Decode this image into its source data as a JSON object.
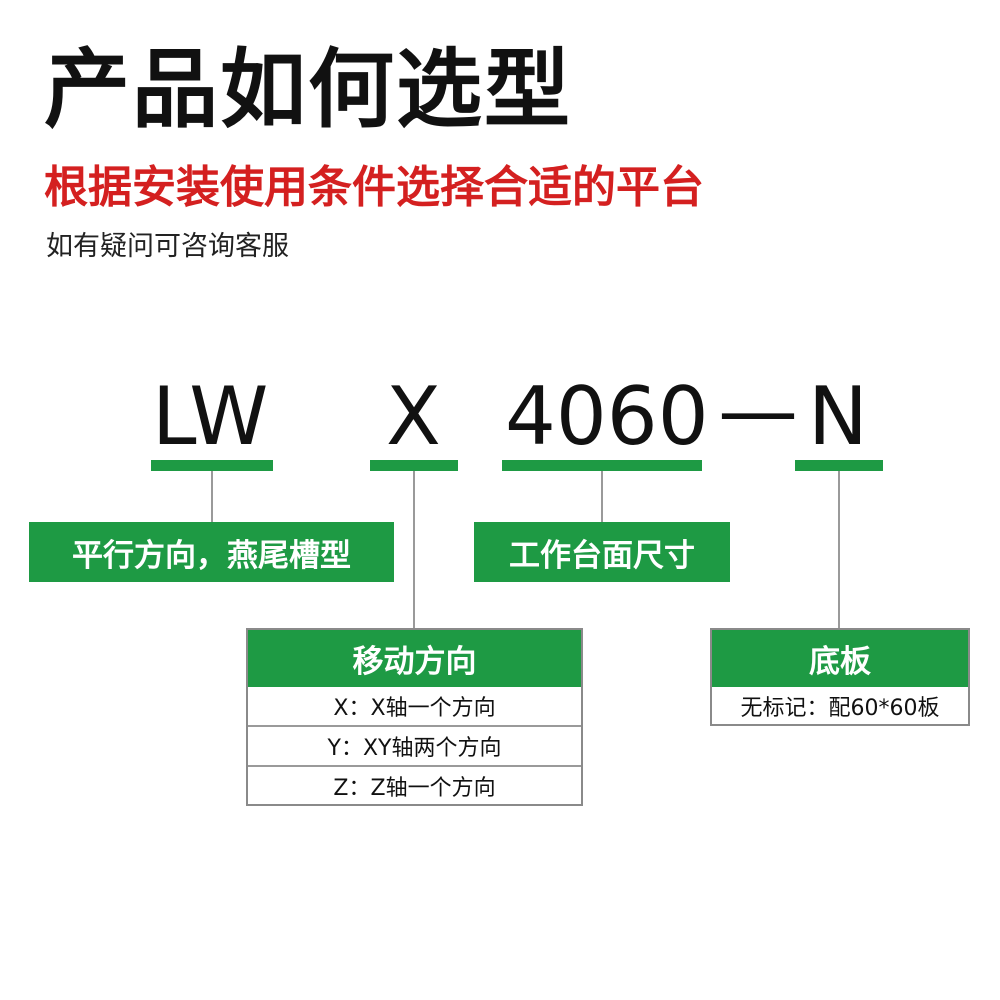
{
  "header": {
    "title": "产品如何选型",
    "subtitle": "根据安装使用条件选择合适的平台",
    "note": "如有疑问可咨询客服"
  },
  "code": {
    "part1": "LW",
    "part2": "X",
    "part3": "4060",
    "dash": "—",
    "part4": "N"
  },
  "labels": {
    "type": "平行方向，燕尾槽型",
    "size": "工作台面尺寸"
  },
  "direction": {
    "heading": "移动方向",
    "options": [
      "X：X轴一个方向",
      "Y：XY轴两个方向",
      "Z：Z轴一个方向"
    ]
  },
  "base": {
    "heading": "底板",
    "options": [
      "无标记：配60*60板"
    ]
  },
  "colors": {
    "green": "#1e9a44",
    "red": "#d42020",
    "text": "#111111",
    "line": "#9a9a9a"
  }
}
